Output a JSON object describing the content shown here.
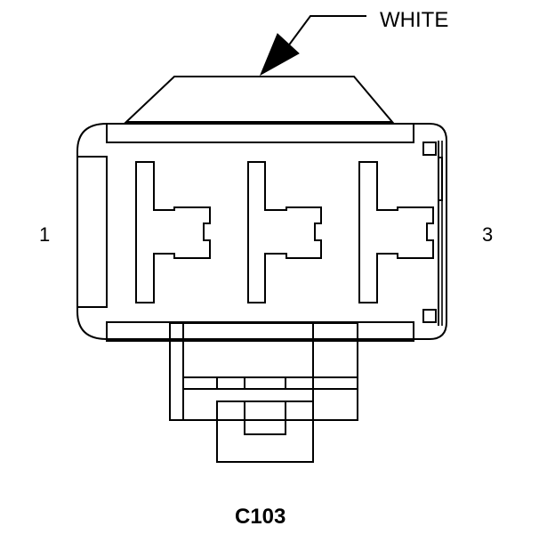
{
  "connector": {
    "id": "C103",
    "color": "WHITE",
    "pins": {
      "left": "1",
      "right": "3"
    }
  },
  "style": {
    "line_color": "#000000",
    "background": "#ffffff"
  }
}
